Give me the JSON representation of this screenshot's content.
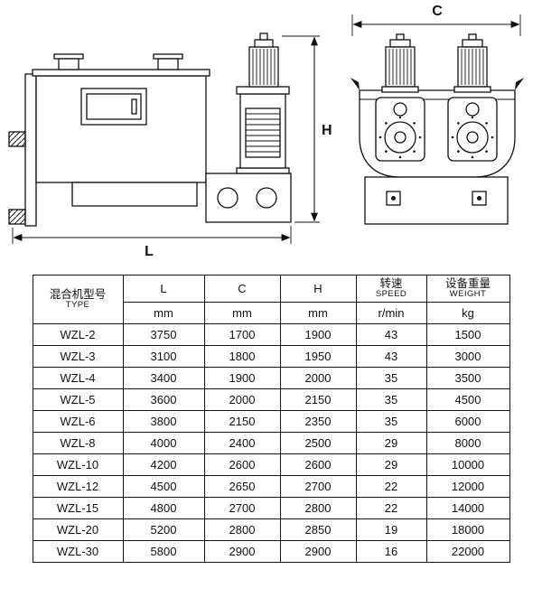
{
  "diagram": {
    "dim_L": "L",
    "dim_C": "C",
    "dim_H": "H"
  },
  "table": {
    "headers": {
      "type_cn": "混合机型号",
      "type_en": "TYPE",
      "col_L": "L",
      "col_C": "C",
      "col_H": "H",
      "speed_cn": "转速",
      "speed_en": "SPEED",
      "weight_cn": "设备重量",
      "weight_en": "WEIGHT",
      "unit_mm": "mm",
      "unit_speed": "r/min",
      "unit_weight": "kg"
    },
    "rows": [
      {
        "type": "WZL-2",
        "L": "3750",
        "C": "1700",
        "H": "1900",
        "speed": "43",
        "weight": "1500"
      },
      {
        "type": "WZL-3",
        "L": "3100",
        "C": "1800",
        "H": "1950",
        "speed": "43",
        "weight": "3000"
      },
      {
        "type": "WZL-4",
        "L": "3400",
        "C": "1900",
        "H": "2000",
        "speed": "35",
        "weight": "3500"
      },
      {
        "type": "WZL-5",
        "L": "3600",
        "C": "2000",
        "H": "2150",
        "speed": "35",
        "weight": "4500"
      },
      {
        "type": "WZL-6",
        "L": "3800",
        "C": "2150",
        "H": "2350",
        "speed": "35",
        "weight": "6000"
      },
      {
        "type": "WZL-8",
        "L": "4000",
        "C": "2400",
        "H": "2500",
        "speed": "29",
        "weight": "8000"
      },
      {
        "type": "WZL-10",
        "L": "4200",
        "C": "2600",
        "H": "2600",
        "speed": "29",
        "weight": "10000"
      },
      {
        "type": "WZL-12",
        "L": "4500",
        "C": "2650",
        "H": "2700",
        "speed": "22",
        "weight": "12000"
      },
      {
        "type": "WZL-15",
        "L": "4800",
        "C": "2700",
        "H": "2800",
        "speed": "22",
        "weight": "14000"
      },
      {
        "type": "WZL-20",
        "L": "5200",
        "C": "2800",
        "H": "2850",
        "speed": "19",
        "weight": "18000"
      },
      {
        "type": "WZL-30",
        "L": "5800",
        "C": "2900",
        "H": "2900",
        "speed": "16",
        "weight": "22000"
      }
    ]
  }
}
